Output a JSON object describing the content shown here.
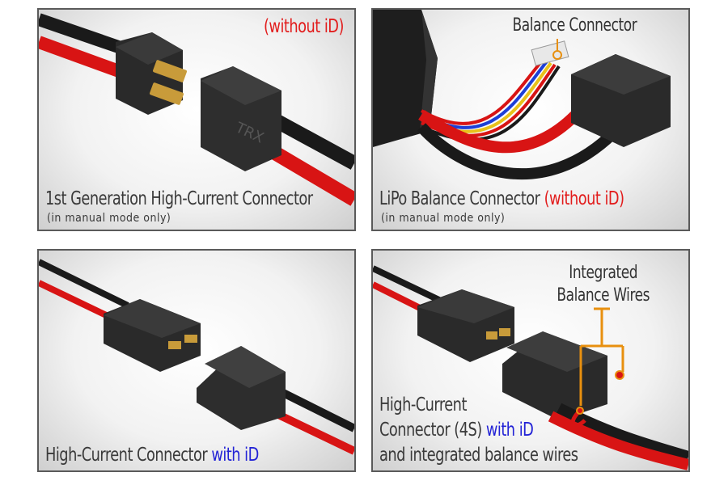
{
  "panels": [
    {
      "caption": "1st Generation High-Current Connector",
      "subcaption": "(in manual mode only)",
      "tag": "(without iD)"
    },
    {
      "caption_main": "LiPo Balance Connector",
      "caption_tag": "(without iD)",
      "subcaption": "(in manual mode only)",
      "callout": "Balance Connector"
    },
    {
      "caption_main": "High-Current Connector",
      "caption_tag": "with iD"
    },
    {
      "line1": "High-Current",
      "line2_main": "Connector (4S)",
      "line2_tag": "with iD",
      "line3": "and integrated balance wires",
      "callout_line1": "Integrated",
      "callout_line2": "Balance Wires"
    }
  ],
  "colors": {
    "accent_red": "#e21d1d",
    "accent_blue": "#2323d6",
    "callout_orange": "#e8900f"
  }
}
